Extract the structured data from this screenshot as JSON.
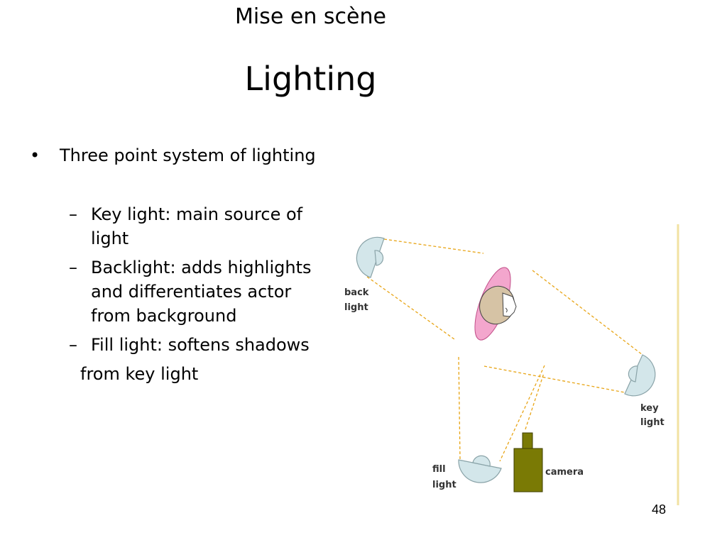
{
  "slide": {
    "section_title": "Mise en scène",
    "title": "Lighting",
    "bullets": {
      "main": "Three point system of lighting",
      "main_marker": "•",
      "sub_marker": "–",
      "items": [
        {
          "lines": [
            "Key light: main source of",
            "light"
          ]
        },
        {
          "lines": [
            "Backlight: adds highlights",
            "and differentiates actor",
            "from background"
          ]
        },
        {
          "lines": [
            "Fill light: softens shadows"
          ]
        }
      ],
      "continuation": "from key light"
    },
    "page_number": "48"
  },
  "diagram": {
    "labels": {
      "back_light": [
        "back",
        "light"
      ],
      "key_light": [
        "key",
        "light"
      ],
      "fill_light": [
        "fill",
        "light"
      ],
      "camera": "camera"
    },
    "colors": {
      "beam": "#e8a517",
      "light_fill": "#d3e6ea",
      "light_stroke": "#8aa3a8",
      "head": "#d6c3a5",
      "halo": "#f3a6cd",
      "camera": "#7a7a05",
      "border_line": "#f2e2a2"
    }
  }
}
